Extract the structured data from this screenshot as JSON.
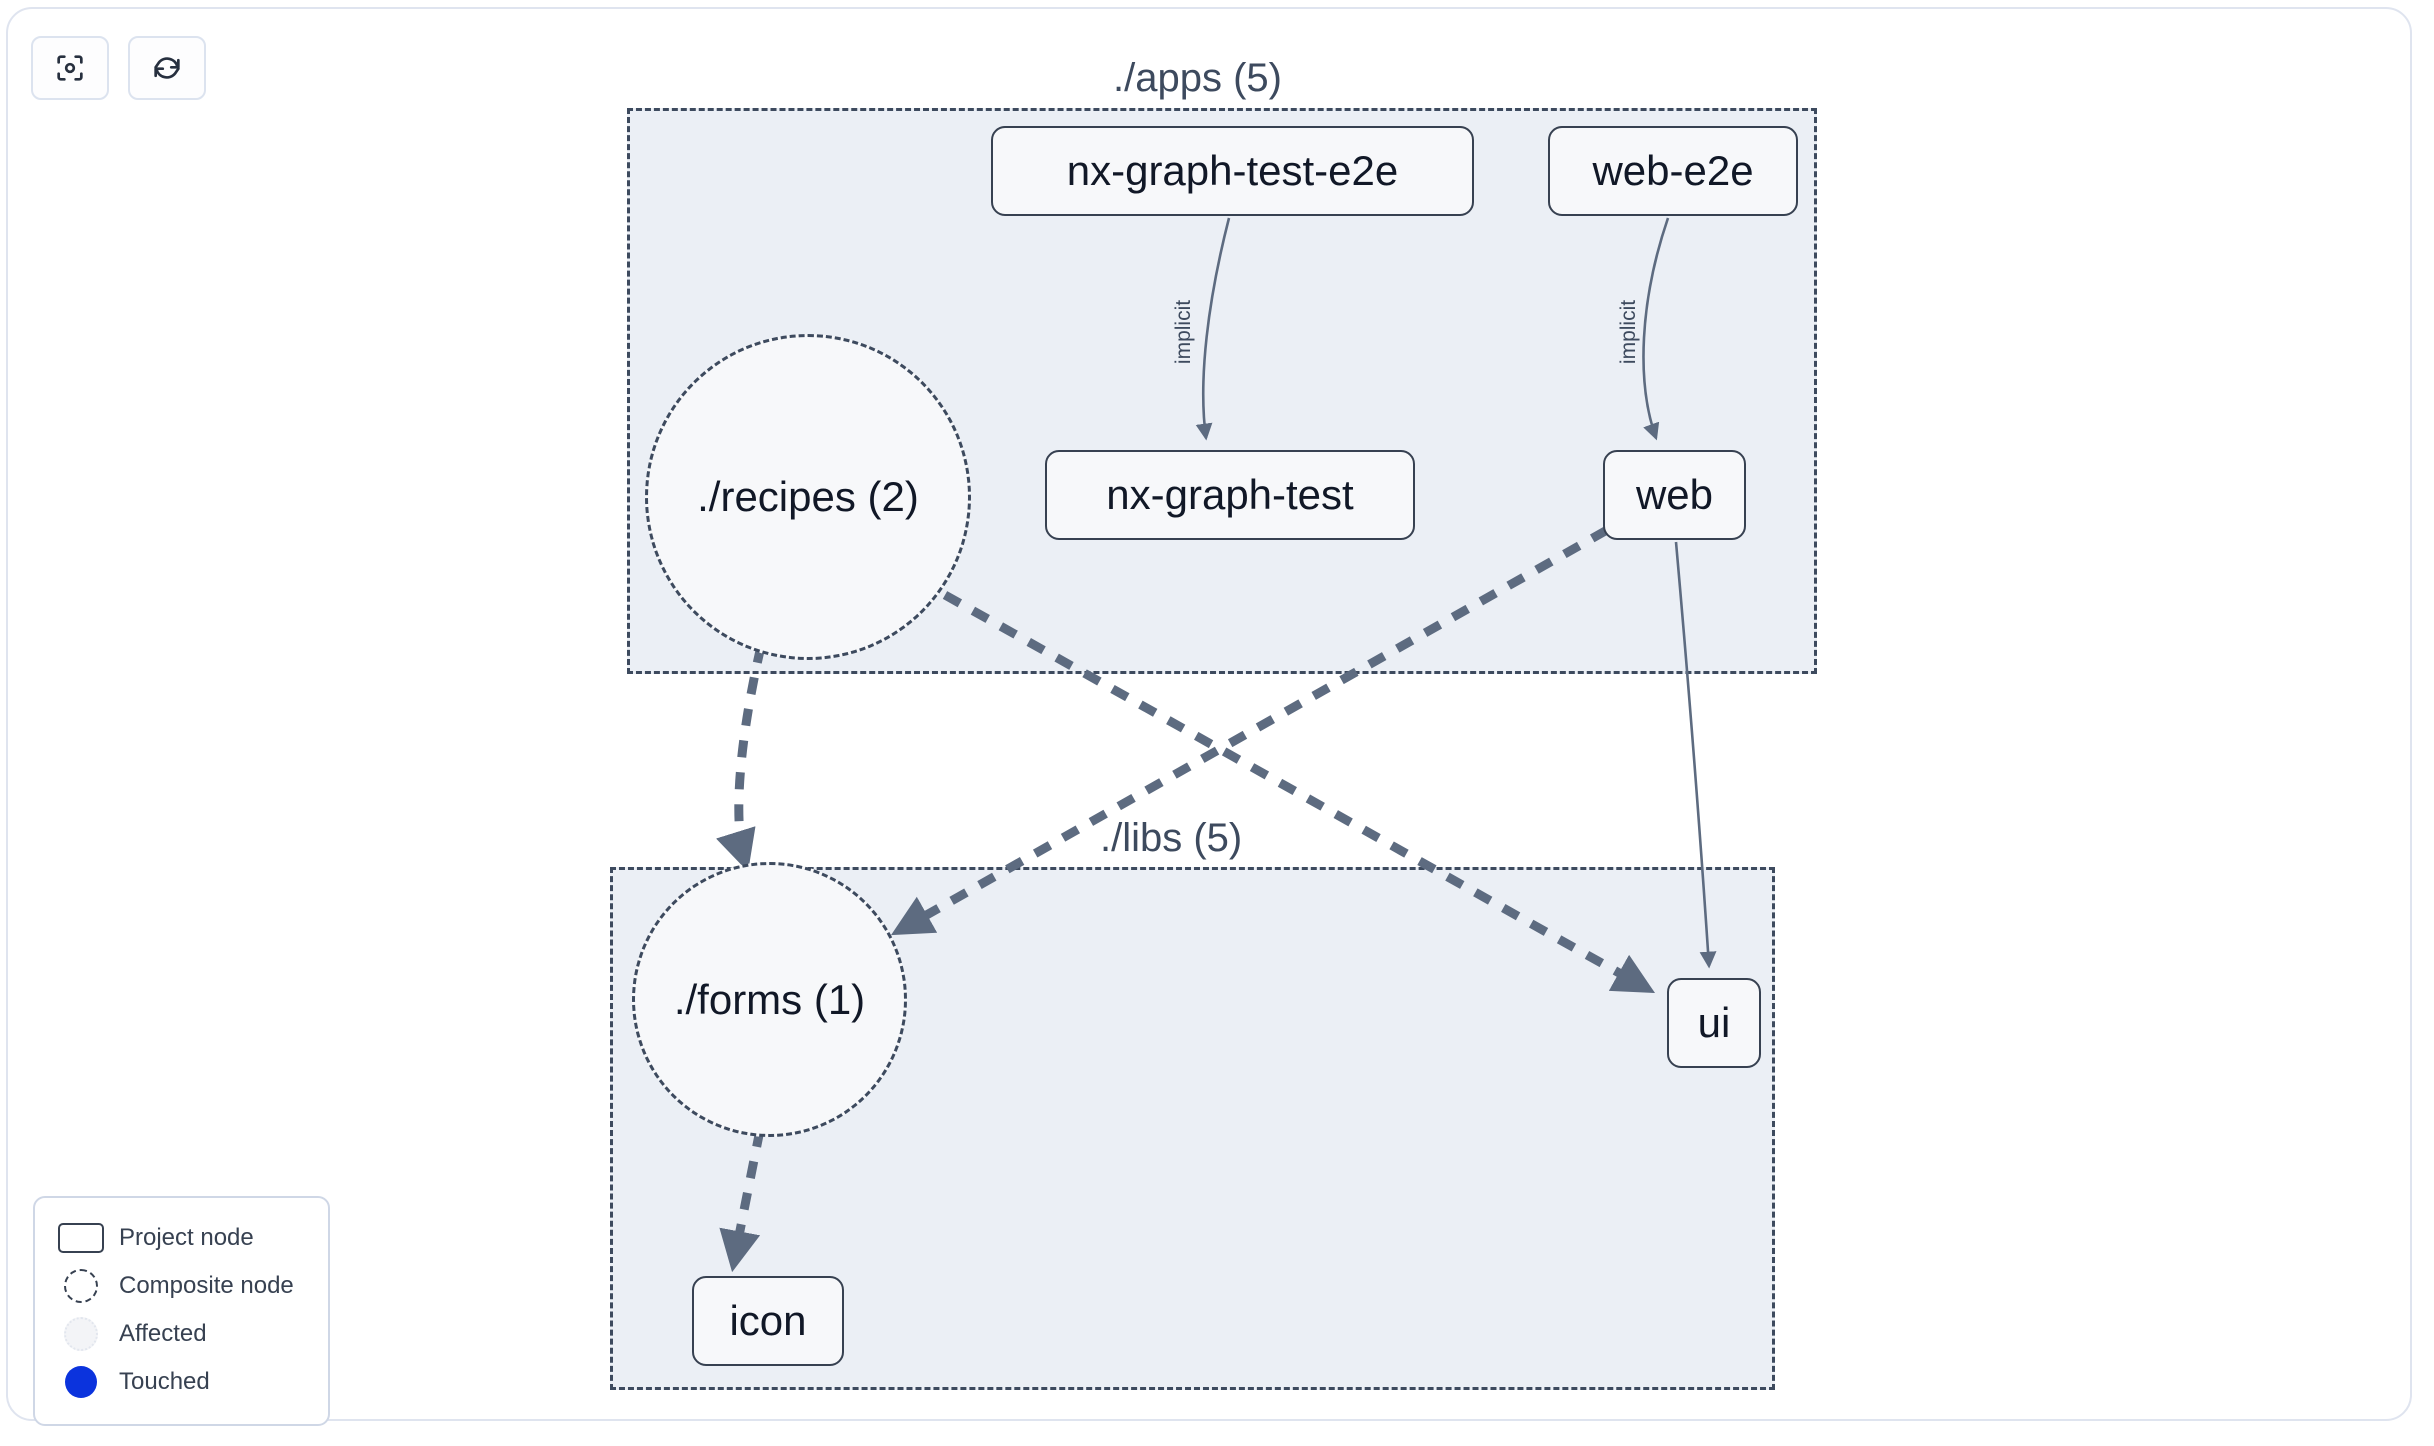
{
  "toolbar": {
    "buttons": [
      {
        "name": "focus-graph-button",
        "icon": "focus-target-icon",
        "label": ""
      },
      {
        "name": "refresh-graph-button",
        "icon": "refresh-icon",
        "label": ""
      }
    ]
  },
  "graph": {
    "groups": [
      {
        "id": "apps",
        "label": "./apps (5)"
      },
      {
        "id": "libs",
        "label": "./libs (5)"
      }
    ],
    "nodes": [
      {
        "id": "nx-graph-test-e2e",
        "label": "nx-graph-test-e2e",
        "type": "project"
      },
      {
        "id": "web-e2e",
        "label": "web-e2e",
        "type": "project"
      },
      {
        "id": "nx-graph-test",
        "label": "nx-graph-test",
        "type": "project"
      },
      {
        "id": "web",
        "label": "web",
        "type": "project"
      },
      {
        "id": "recipes",
        "label": "./recipes (2)",
        "type": "composite"
      },
      {
        "id": "forms",
        "label": "./forms (1)",
        "type": "composite"
      },
      {
        "id": "ui",
        "label": "ui",
        "type": "project"
      },
      {
        "id": "icon",
        "label": "icon",
        "type": "project"
      }
    ],
    "edges": [
      {
        "from": "nx-graph-test-e2e",
        "to": "nx-graph-test",
        "label": "implicit",
        "style": "solid"
      },
      {
        "from": "web-e2e",
        "to": "web",
        "label": "implicit",
        "style": "solid"
      },
      {
        "from": "web",
        "to": "ui",
        "label": "",
        "style": "solid"
      },
      {
        "from": "recipes",
        "to": "forms",
        "label": "",
        "style": "dashed"
      },
      {
        "from": "recipes",
        "to": "ui",
        "label": "",
        "style": "dashed"
      },
      {
        "from": "web",
        "to": "forms",
        "label": "",
        "style": "dashed"
      },
      {
        "from": "forms",
        "to": "icon",
        "label": "",
        "style": "dashed"
      }
    ],
    "edge_labels": [
      {
        "id": "edge-label-implicit-1",
        "text": "implicit"
      },
      {
        "id": "edge-label-implicit-2",
        "text": "implicit"
      }
    ]
  },
  "legend": {
    "items": [
      {
        "swatch": "project-node-swatch",
        "label": "Project node"
      },
      {
        "swatch": "composite-node-swatch",
        "label": "Composite node"
      },
      {
        "swatch": "affected-swatch",
        "label": "Affected"
      },
      {
        "swatch": "touched-swatch",
        "label": "Touched"
      }
    ]
  },
  "colors": {
    "group_fill": "#ebeff5",
    "group_border": "#3d4a5e",
    "node_fill": "#f7f8fa",
    "node_border": "#374151",
    "edge": "#5d6b80",
    "touched": "#0b33dd",
    "text": "#111827"
  }
}
